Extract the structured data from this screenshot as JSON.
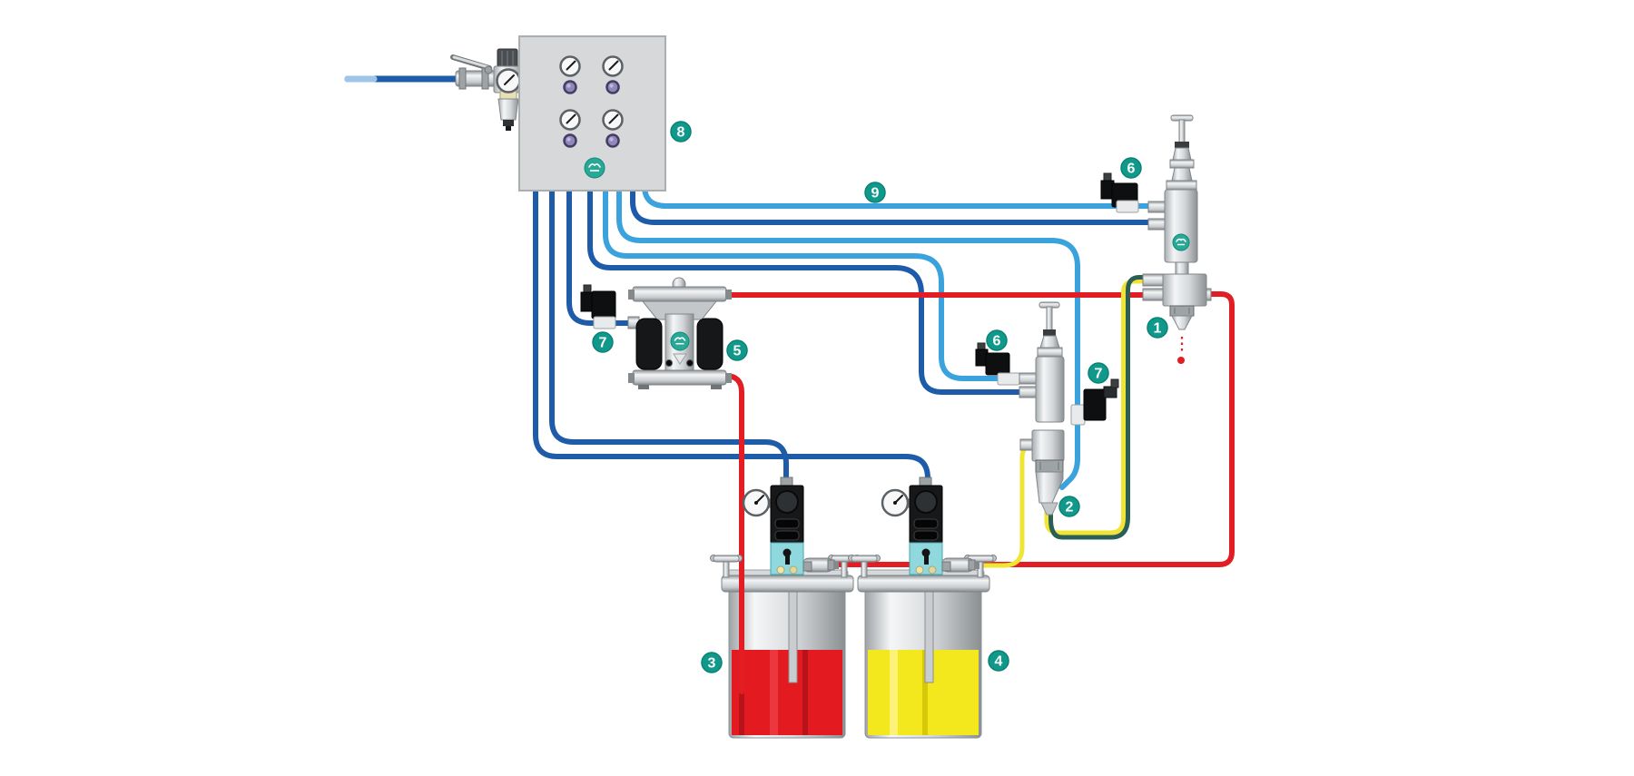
{
  "callouts": [
    {
      "text": "1"
    },
    {
      "text": "2"
    },
    {
      "text": "3"
    },
    {
      "text": "4"
    },
    {
      "text": "5"
    },
    {
      "text": "6"
    },
    {
      "text": "6"
    },
    {
      "text": "7"
    },
    {
      "text": "7"
    },
    {
      "text": "8"
    },
    {
      "text": "9"
    }
  ],
  "colors": {
    "air_supply_dark": "#1e5ba8",
    "air_supply_light": "#3aa2dc",
    "material_red": "#e21d23",
    "material_yellow": "#f0e534",
    "material_green": "#2b5f55",
    "badge_teal": "#10998a",
    "panel_gray": "#d7d8d9",
    "fluid_red": "#e31a20",
    "fluid_yellow": "#f3e81d",
    "regulator_cyan": "#8ed8de",
    "knob_purple": "#9187bb",
    "logo_teal": "#2aa896"
  }
}
